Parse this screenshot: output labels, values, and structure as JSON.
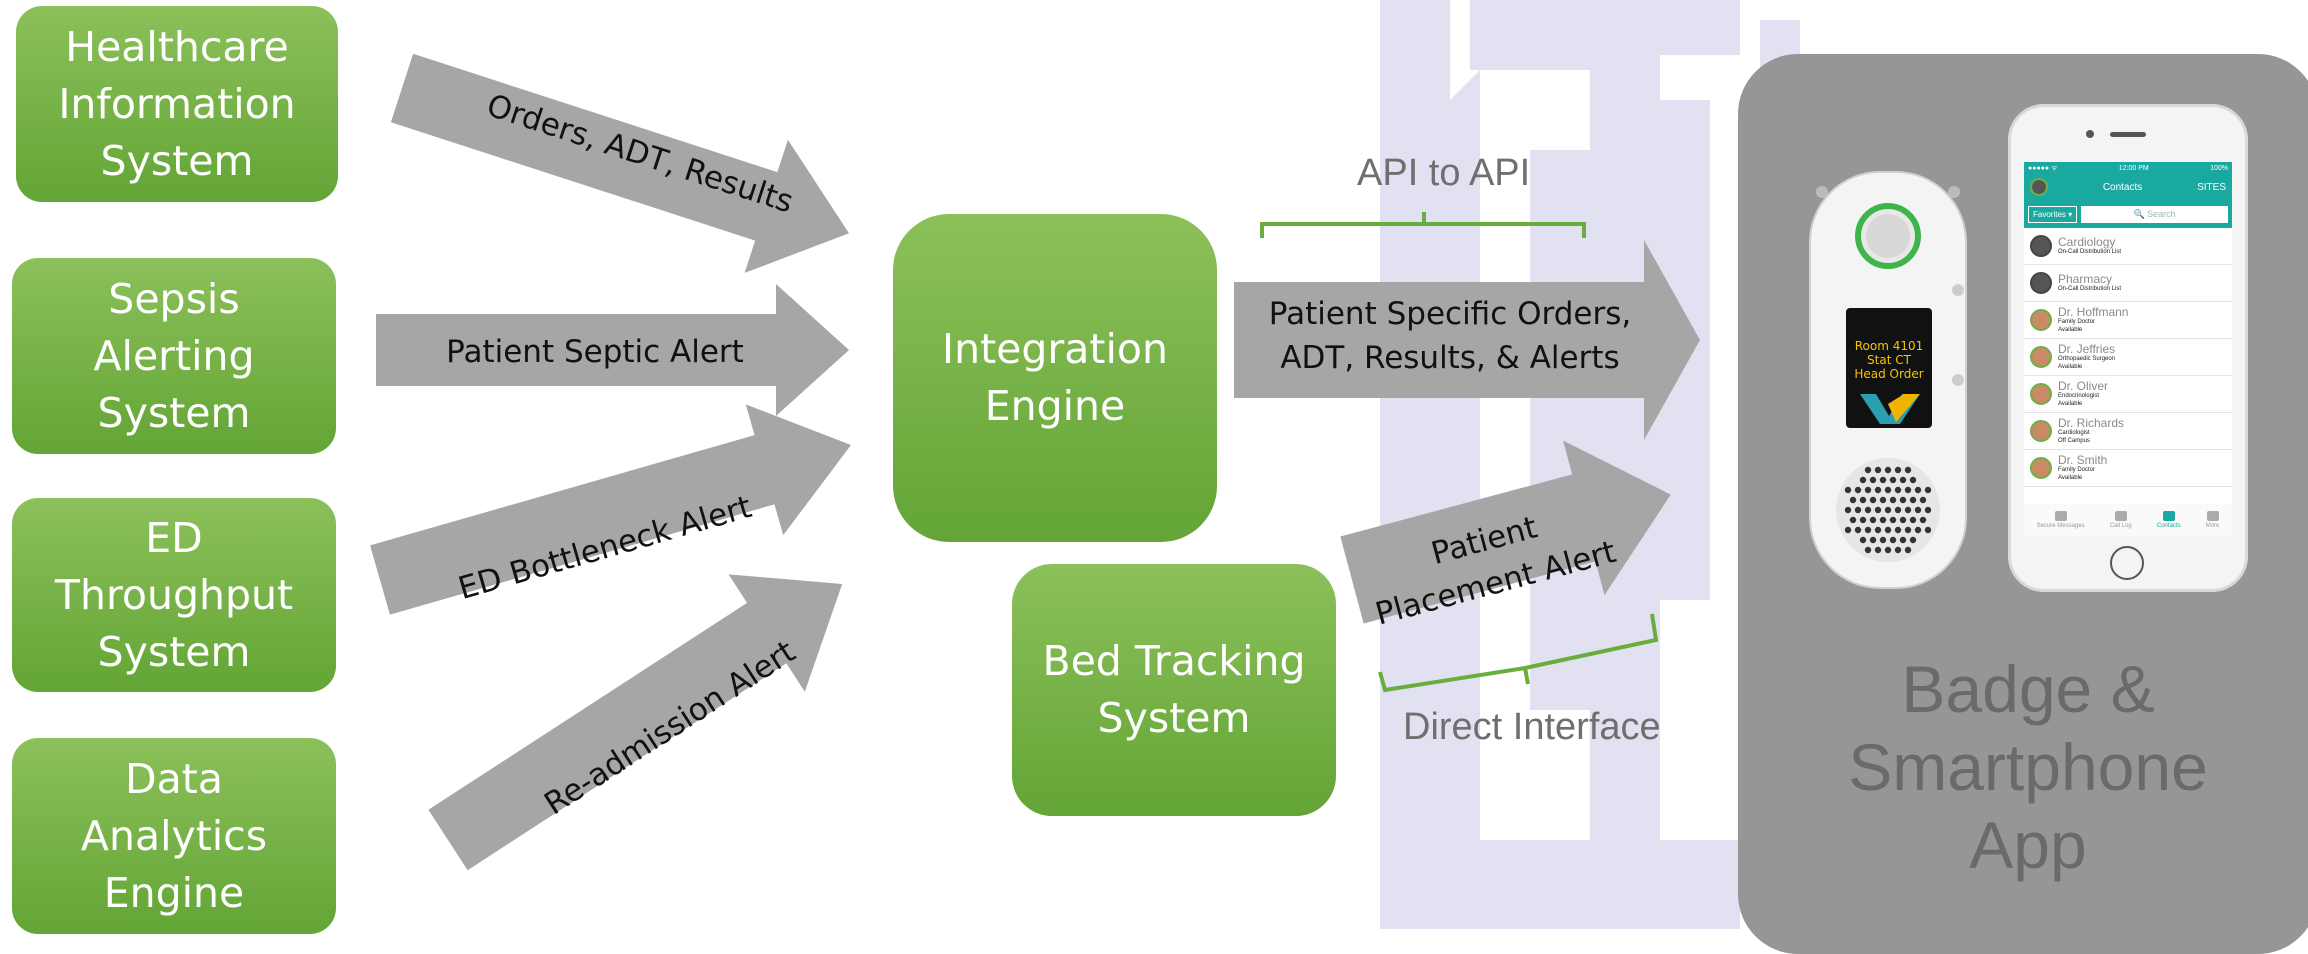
{
  "sources": [
    {
      "lines": [
        "Healthcare",
        "Information",
        "System"
      ]
    },
    {
      "lines": [
        "Sepsis",
        "Alerting",
        "System"
      ]
    },
    {
      "lines": [
        "ED",
        "Throughput",
        "System"
      ]
    },
    {
      "lines": [
        "Data",
        "Analytics",
        "Engine"
      ]
    }
  ],
  "integration_engine": {
    "lines": [
      "Integration",
      "Engine"
    ]
  },
  "bed_tracking": {
    "lines": [
      "Bed Tracking",
      "System"
    ]
  },
  "arrows": {
    "orders": "Orders, ADT, Results",
    "septic": "Patient Septic Alert",
    "ed_bottleneck": "ED Bottleneck Alert",
    "readmission": "Re-admission Alert",
    "patient_specific": [
      "Patient Specific Orders,",
      "ADT, Results, & Alerts"
    ],
    "placement": [
      "Patient",
      "Placement Alert"
    ]
  },
  "labels": {
    "api": "API to API",
    "direct": "Direct Interface"
  },
  "panel": {
    "lines": [
      "Badge &",
      "Smartphone",
      "App"
    ]
  },
  "badge_screen": [
    "Room 4101",
    "Stat CT",
    "Head Order"
  ],
  "phone": {
    "status_left": "●●●●● ᯤ",
    "status_time": "12:00 PM",
    "status_right": "100%",
    "header_title": "Contacts",
    "header_right": "SITES",
    "filter": "Favorites ▾",
    "search": "🔍 Search",
    "contacts": [
      {
        "name": "Cardiology",
        "sub1": "On-Call Distribution List",
        "sub2": ""
      },
      {
        "name": "Pharmacy",
        "sub1": "On-Call Distribution List",
        "sub2": ""
      },
      {
        "name": "Dr. Hoffmann",
        "sub1": "Family Doctor",
        "sub2": "Available"
      },
      {
        "name": "Dr. Jeffries",
        "sub1": "Orthopaedic Surgeon",
        "sub2": "Available"
      },
      {
        "name": "Dr. Oliver",
        "sub1": "Endocrinologist",
        "sub2": "Available"
      },
      {
        "name": "Dr. Richards",
        "sub1": "Cardiologist",
        "sub2": "Off Campus"
      },
      {
        "name": "Dr. Smith",
        "sub1": "Family Doctor",
        "sub2": "Available"
      }
    ],
    "tabs": [
      "Secure Messages",
      "Call Log",
      "Contacts",
      "More"
    ]
  },
  "colors": {
    "green_top": "#8cc05a",
    "green_bottom": "#63a536",
    "arrow_gray": "#a6a6a6",
    "bracket_green": "#6aad3d",
    "watermark": "#dcdcf0",
    "panel_gray": "#969696"
  }
}
